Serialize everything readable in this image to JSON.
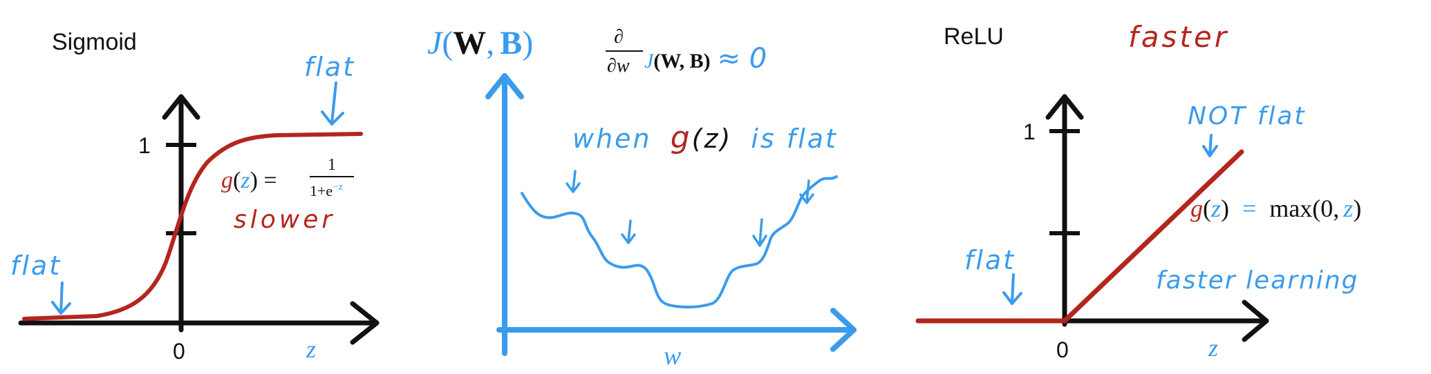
{
  "colors": {
    "ink": "#111111",
    "red": "#b3261e",
    "blue": "#3a9bec"
  },
  "sigmoid": {
    "title": "Sigmoid",
    "tick_one": "1",
    "tick_zero": "0",
    "axis_z": "z",
    "formula_g": "g",
    "formula_open": "(",
    "formula_z": "z",
    "formula_close": ") =",
    "frac_num": "1",
    "frac_den_base": "1+e",
    "frac_den_exp": "−z",
    "note_slower": "slower",
    "note_flat_top": "flat",
    "note_flat_left": "flat"
  },
  "cost": {
    "title_j": "J",
    "title_open": "(",
    "title_w": "W",
    "title_comma": ",",
    "title_b": "B",
    "title_close": ")",
    "deriv_num": "∂",
    "deriv_den": "∂w",
    "deriv_j": "J",
    "deriv_args": "(W, B)",
    "deriv_approx": "≈ 0",
    "when_pre": "when",
    "when_g": "g",
    "when_z": "(z)",
    "when_post": "is flat",
    "axis_w": "w"
  },
  "relu": {
    "title": "ReLU",
    "note_faster": "faster",
    "tick_one": "1",
    "tick_zero": "0",
    "axis_z": "z",
    "note_not_flat": "NOT flat",
    "formula_g": "g",
    "formula_open": "(",
    "formula_z": "z",
    "formula_close": ")",
    "formula_eq": "=",
    "formula_max": "max(0,",
    "formula_z2": "z",
    "formula_end": ")",
    "note_flat": "flat",
    "note_faster_learning": "faster learning"
  }
}
